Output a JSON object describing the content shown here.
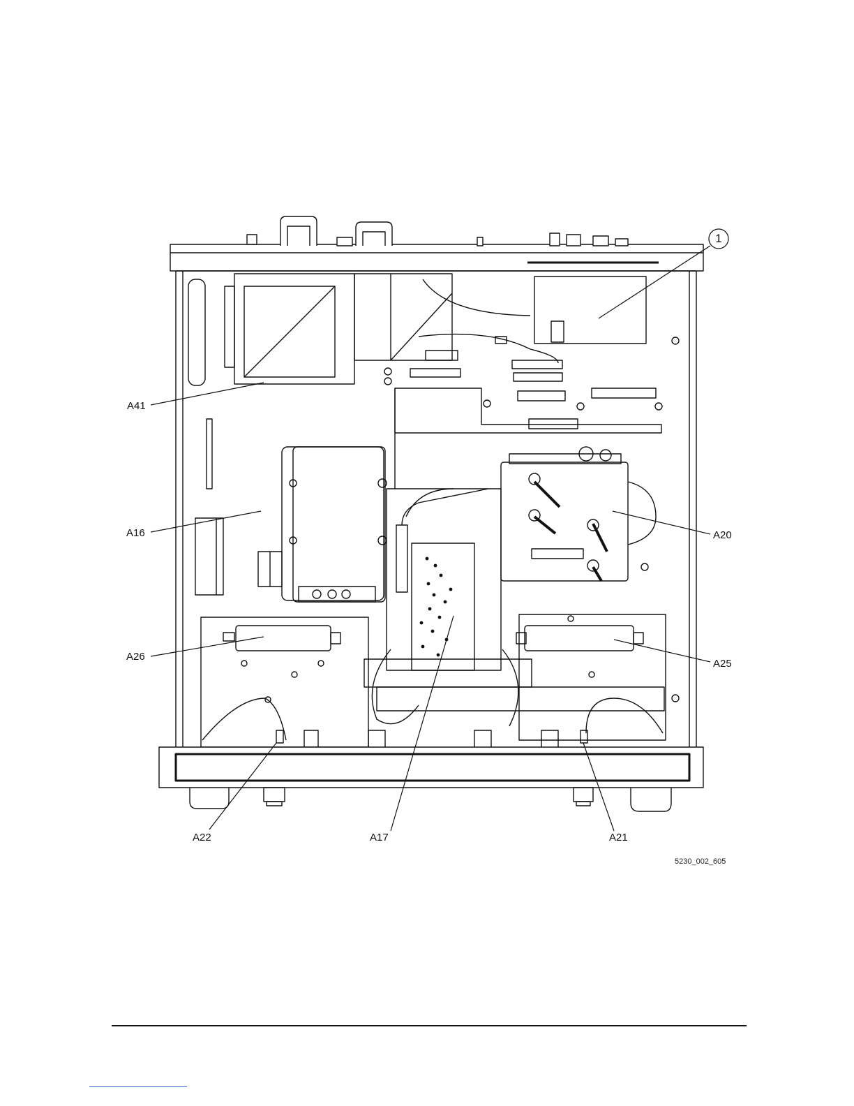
{
  "callouts": {
    "ref1": "1",
    "A41": "A41",
    "A16": "A16",
    "A26": "A26",
    "A20": "A20",
    "A25": "A25",
    "A22": "A22",
    "A17": "A17",
    "A21": "A21"
  },
  "figure_id": "5230_002_605"
}
